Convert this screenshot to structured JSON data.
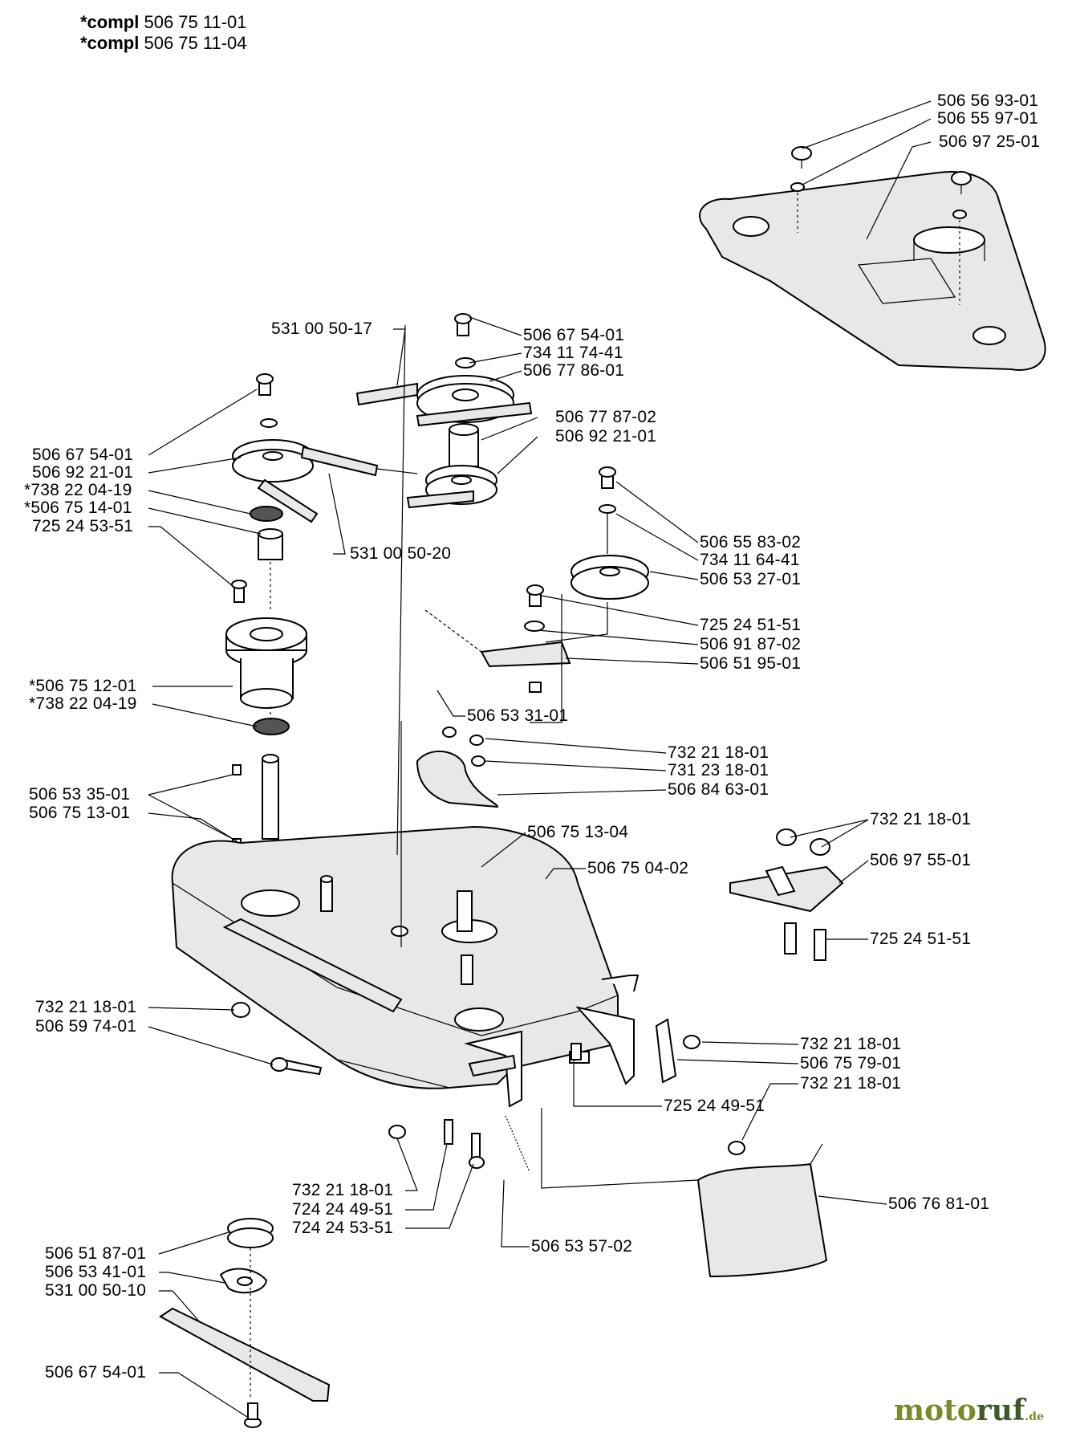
{
  "header": {
    "line1_prefix": "*compl",
    "line1_number": "506 75 11-01",
    "line2_prefix": "*compl",
    "line2_number": "506 75 11-04"
  },
  "labels": [
    {
      "id": "l1",
      "text": "506 56 93-01"
    },
    {
      "id": "l2",
      "text": "506 55 97-01"
    },
    {
      "id": "l3",
      "text": "506 97 25-01"
    },
    {
      "id": "l4",
      "text": "531 00 50-17"
    },
    {
      "id": "l5",
      "text": "506 67 54-01"
    },
    {
      "id": "l6",
      "text": "734 11 74-41"
    },
    {
      "id": "l7",
      "text": "506 77 86-01"
    },
    {
      "id": "l8",
      "text": "506 77 87-02"
    },
    {
      "id": "l9",
      "text": "506 92 21-01"
    },
    {
      "id": "l10",
      "text": "506 67 54-01"
    },
    {
      "id": "l11",
      "text": "506 92 21-01"
    },
    {
      "id": "l12",
      "text": "*738 22 04-19"
    },
    {
      "id": "l13",
      "text": "*506 75 14-01"
    },
    {
      "id": "l14",
      "text": "725 24 53-51"
    },
    {
      "id": "l15",
      "text": "531 00 50-20"
    },
    {
      "id": "l16",
      "text": "506 55 83-02"
    },
    {
      "id": "l17",
      "text": "734 11 64-41"
    },
    {
      "id": "l18",
      "text": "506 53 27-01"
    },
    {
      "id": "l19",
      "text": "725 24 51-51"
    },
    {
      "id": "l20",
      "text": "506 91 87-02"
    },
    {
      "id": "l21",
      "text": "506 51 95-01"
    },
    {
      "id": "l22",
      "text": "*506 75 12-01"
    },
    {
      "id": "l23",
      "text": "*738 22 04-19"
    },
    {
      "id": "l24",
      "text": "506 53 31-01"
    },
    {
      "id": "l25",
      "text": "732 21 18-01"
    },
    {
      "id": "l26",
      "text": "731 23 18-01"
    },
    {
      "id": "l27",
      "text": "506 84 63-01"
    },
    {
      "id": "l28",
      "text": "506 53 35-01"
    },
    {
      "id": "l29",
      "text": "506 75 13-01"
    },
    {
      "id": "l30",
      "text": "506 75 13-04"
    },
    {
      "id": "l31",
      "text": "506 75 04-02"
    },
    {
      "id": "l32",
      "text": "732 21 18-01"
    },
    {
      "id": "l33",
      "text": "506 97 55-01"
    },
    {
      "id": "l34",
      "text": "725 24 51-51"
    },
    {
      "id": "l35",
      "text": "732 21 18-01"
    },
    {
      "id": "l36",
      "text": "506 59 74-01"
    },
    {
      "id": "l37",
      "text": "732 21 18-01"
    },
    {
      "id": "l38",
      "text": "506 75 79-01"
    },
    {
      "id": "l39",
      "text": "732 21 18-01"
    },
    {
      "id": "l40",
      "text": "725 24 49-51"
    },
    {
      "id": "l41",
      "text": "732 21 18-01"
    },
    {
      "id": "l42",
      "text": "724 24 49-51"
    },
    {
      "id": "l43",
      "text": "724 24 53-51"
    },
    {
      "id": "l44",
      "text": "506 53 57-02"
    },
    {
      "id": "l45",
      "text": "506 76 81-01"
    },
    {
      "id": "l46",
      "text": "506 51 87-01"
    },
    {
      "id": "l47",
      "text": "506 53 41-01"
    },
    {
      "id": "l48",
      "text": "531 00 50-10"
    },
    {
      "id": "l49",
      "text": "506 67 54-01"
    }
  ],
  "watermark": {
    "part1": "moto",
    "part2": "ruf",
    "part3": ".de"
  }
}
